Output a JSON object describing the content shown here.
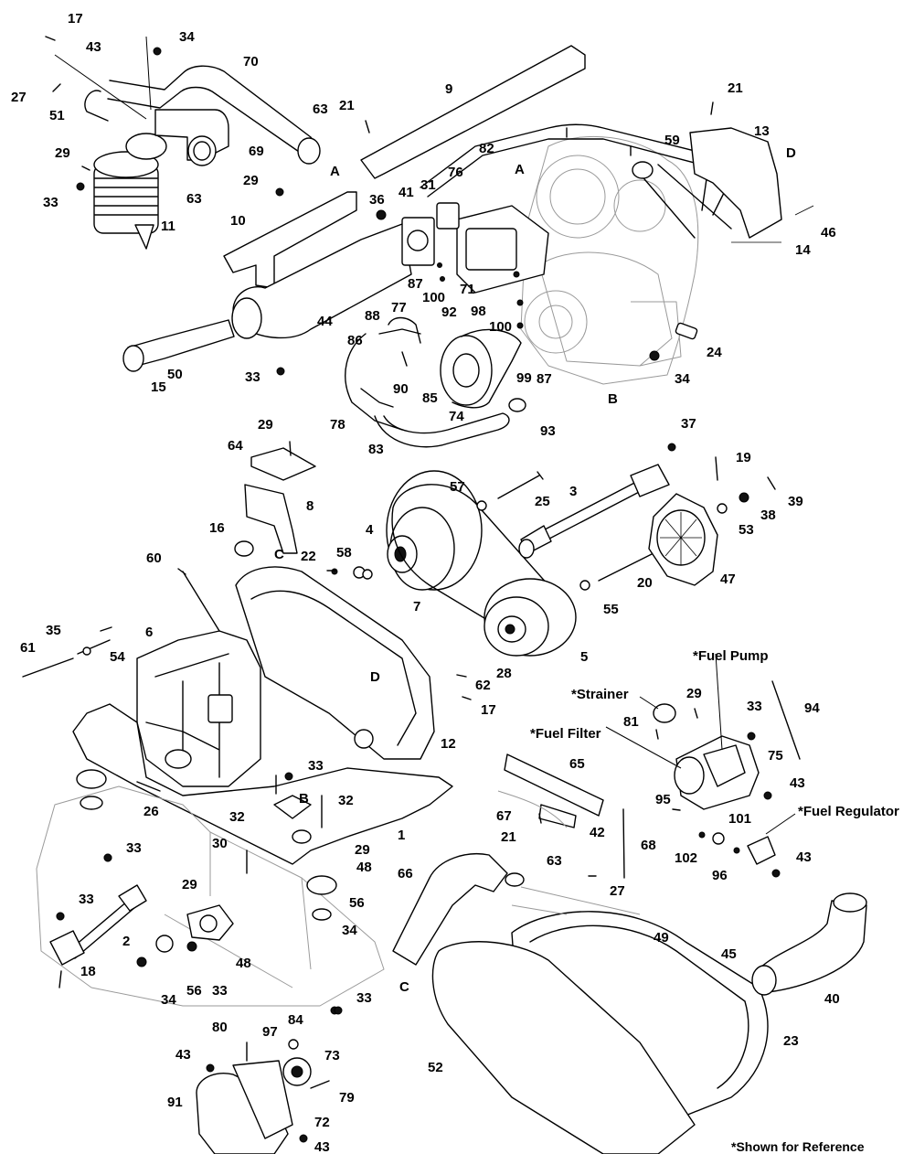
{
  "callouts": [
    {
      "id": "c17a",
      "text": "17"
    },
    {
      "id": "c34a",
      "text": "34"
    },
    {
      "id": "c43a",
      "text": "43"
    },
    {
      "id": "c70",
      "text": "70"
    },
    {
      "id": "c27a",
      "text": "27"
    },
    {
      "id": "c51",
      "text": "51"
    },
    {
      "id": "c9",
      "text": "9"
    },
    {
      "id": "c21a",
      "text": "21"
    },
    {
      "id": "c63a",
      "text": "63"
    },
    {
      "id": "c21b",
      "text": "21"
    },
    {
      "id": "c13",
      "text": "13"
    },
    {
      "id": "c29a",
      "text": "29"
    },
    {
      "id": "c69",
      "text": "69"
    },
    {
      "id": "c82",
      "text": "82"
    },
    {
      "id": "c59",
      "text": "59"
    },
    {
      "id": "c33a",
      "text": "33"
    },
    {
      "id": "c63b",
      "text": "63"
    },
    {
      "id": "c11",
      "text": "11"
    },
    {
      "id": "c29b",
      "text": "29"
    },
    {
      "id": "c36",
      "text": "36"
    },
    {
      "id": "c41",
      "text": "41"
    },
    {
      "id": "c31",
      "text": "31"
    },
    {
      "id": "c76",
      "text": "76"
    },
    {
      "id": "c10",
      "text": "10"
    },
    {
      "id": "c46",
      "text": "46"
    },
    {
      "id": "c14",
      "text": "14"
    },
    {
      "id": "c87a",
      "text": "87"
    },
    {
      "id": "c100a",
      "text": "100"
    },
    {
      "id": "c71",
      "text": "71"
    },
    {
      "id": "c92",
      "text": "92"
    },
    {
      "id": "c98",
      "text": "98"
    },
    {
      "id": "c100b",
      "text": "100"
    },
    {
      "id": "c44",
      "text": "44"
    },
    {
      "id": "c88",
      "text": "88"
    },
    {
      "id": "c77",
      "text": "77"
    },
    {
      "id": "c86",
      "text": "86"
    },
    {
      "id": "c24",
      "text": "24"
    },
    {
      "id": "c87b",
      "text": "87"
    },
    {
      "id": "c50",
      "text": "50"
    },
    {
      "id": "c33b",
      "text": "33"
    },
    {
      "id": "c15",
      "text": "15"
    },
    {
      "id": "c34b",
      "text": "34"
    },
    {
      "id": "c90",
      "text": "90"
    },
    {
      "id": "c99",
      "text": "99"
    },
    {
      "id": "c85",
      "text": "85"
    },
    {
      "id": "c78",
      "text": "78"
    },
    {
      "id": "c74",
      "text": "74"
    },
    {
      "id": "c93",
      "text": "93"
    },
    {
      "id": "c83",
      "text": "83"
    },
    {
      "id": "c29c",
      "text": "29"
    },
    {
      "id": "c37",
      "text": "37"
    },
    {
      "id": "c64",
      "text": "64"
    },
    {
      "id": "c19",
      "text": "19"
    },
    {
      "id": "c8",
      "text": "8"
    },
    {
      "id": "c57",
      "text": "57"
    },
    {
      "id": "c3",
      "text": "3"
    },
    {
      "id": "c25",
      "text": "25"
    },
    {
      "id": "c39",
      "text": "39"
    },
    {
      "id": "c38",
      "text": "38"
    },
    {
      "id": "c16",
      "text": "16"
    },
    {
      "id": "c4",
      "text": "4"
    },
    {
      "id": "c53",
      "text": "53"
    },
    {
      "id": "c60",
      "text": "60"
    },
    {
      "id": "c22",
      "text": "22"
    },
    {
      "id": "c58",
      "text": "58"
    },
    {
      "id": "c20",
      "text": "20"
    },
    {
      "id": "c47",
      "text": "47"
    },
    {
      "id": "c7",
      "text": "7"
    },
    {
      "id": "c55",
      "text": "55"
    },
    {
      "id": "c35",
      "text": "35"
    },
    {
      "id": "c61",
      "text": "61"
    },
    {
      "id": "c54",
      "text": "54"
    },
    {
      "id": "c6",
      "text": "6"
    },
    {
      "id": "c5",
      "text": "5"
    },
    {
      "id": "c28",
      "text": "28"
    },
    {
      "id": "c62",
      "text": "62"
    },
    {
      "id": "c17b",
      "text": "17"
    },
    {
      "id": "c12",
      "text": "12"
    },
    {
      "id": "c29d",
      "text": "29"
    },
    {
      "id": "c33c",
      "text": "33"
    },
    {
      "id": "c81",
      "text": "81"
    },
    {
      "id": "c94",
      "text": "94"
    },
    {
      "id": "c75",
      "text": "75"
    },
    {
      "id": "c65",
      "text": "65"
    },
    {
      "id": "c33d",
      "text": "33"
    },
    {
      "id": "c43b",
      "text": "43"
    },
    {
      "id": "c26",
      "text": "26"
    },
    {
      "id": "c32a",
      "text": "32"
    },
    {
      "id": "c32b",
      "text": "32"
    },
    {
      "id": "c95",
      "text": "95"
    },
    {
      "id": "c101",
      "text": "101"
    },
    {
      "id": "c67",
      "text": "67"
    },
    {
      "id": "c1",
      "text": "1"
    },
    {
      "id": "c21c",
      "text": "21"
    },
    {
      "id": "c42",
      "text": "42"
    },
    {
      "id": "c30",
      "text": "30"
    },
    {
      "id": "c29e",
      "text": "29"
    },
    {
      "id": "c33e",
      "text": "33"
    },
    {
      "id": "c48a",
      "text": "48"
    },
    {
      "id": "c102",
      "text": "102"
    },
    {
      "id": "c43c",
      "text": "43"
    },
    {
      "id": "c68",
      "text": "68"
    },
    {
      "id": "c96",
      "text": "96"
    },
    {
      "id": "c66",
      "text": "66"
    },
    {
      "id": "c63c",
      "text": "63"
    },
    {
      "id": "c27b",
      "text": "27"
    },
    {
      "id": "c29f",
      "text": "29"
    },
    {
      "id": "c33f",
      "text": "33"
    },
    {
      "id": "c56a",
      "text": "56"
    },
    {
      "id": "c49",
      "text": "49"
    },
    {
      "id": "c34c",
      "text": "34"
    },
    {
      "id": "c2",
      "text": "2"
    },
    {
      "id": "c48b",
      "text": "48"
    },
    {
      "id": "c45",
      "text": "45"
    },
    {
      "id": "c18",
      "text": "18"
    },
    {
      "id": "c56b",
      "text": "56"
    },
    {
      "id": "c33g",
      "text": "33"
    },
    {
      "id": "c34d",
      "text": "34"
    },
    {
      "id": "c33h",
      "text": "33"
    },
    {
      "id": "c40",
      "text": "40"
    },
    {
      "id": "c84",
      "text": "84"
    },
    {
      "id": "c80",
      "text": "80"
    },
    {
      "id": "c97",
      "text": "97"
    },
    {
      "id": "c23",
      "text": "23"
    },
    {
      "id": "c43d",
      "text": "43"
    },
    {
      "id": "c73",
      "text": "73"
    },
    {
      "id": "c52",
      "text": "52"
    },
    {
      "id": "c79",
      "text": "79"
    },
    {
      "id": "c91",
      "text": "91"
    },
    {
      "id": "c72",
      "text": "72"
    },
    {
      "id": "c43e",
      "text": "43"
    }
  ],
  "refs": {
    "a1": "A",
    "a2": "A",
    "b1": "B",
    "b2": "B",
    "c1": "C",
    "c2": "C",
    "d1": "D",
    "d2": "D"
  },
  "component_labels": {
    "fuel_pump": "*Fuel Pump",
    "strainer": "*Strainer",
    "fuel_filter": "*Fuel Filter",
    "fuel_regulator": "*Fuel Regulator"
  },
  "footnote": "*Shown for Reference"
}
